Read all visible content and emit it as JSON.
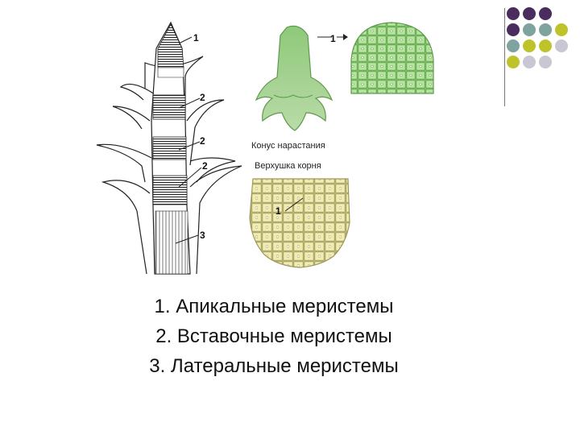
{
  "decor": {
    "dot_colors": [
      "#4a2c5e",
      "#7fa39e",
      "#bfc32b",
      "#c9c7d3"
    ]
  },
  "figure": {
    "stem_labels": {
      "apical": "1",
      "intercalary_a": "2",
      "intercalary_b": "2",
      "intercalary_c": "2",
      "lateral": "3"
    },
    "shoot_cone_marker": "1",
    "root_tip_marker": "1",
    "shoot_cone_title": "Конус нарастания",
    "root_tip_title": "Верхушка корня"
  },
  "captions": [
    "1. Апикальные меристемы",
    "2. Вставочные меристемы",
    "3. Латеральные меристемы"
  ]
}
